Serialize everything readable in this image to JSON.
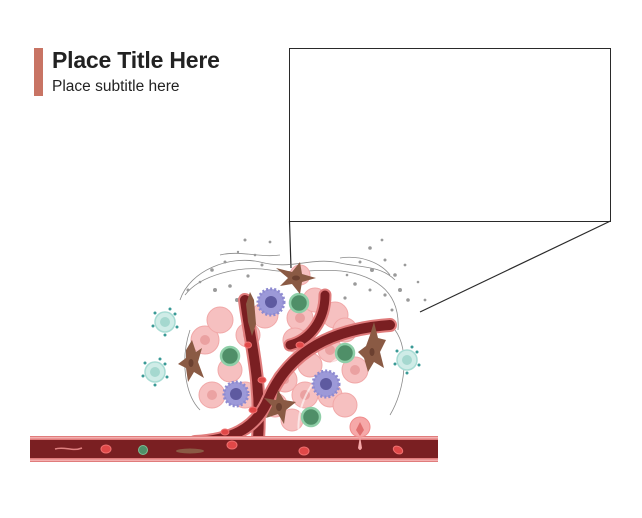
{
  "header": {
    "title": "Place Title Here",
    "subtitle": "Place subtitle here",
    "accent_color": "#c87464"
  },
  "callout_box": {
    "content": "",
    "border_color": "#2a2a2a"
  },
  "illustration": {
    "subject": "tumor-microenvironment-with-blood-vessel",
    "elements": [
      "blood-vessel-main",
      "blood-vessel-branches",
      "tumor-cells",
      "t-cells",
      "dendritic-cells",
      "fibroblasts",
      "macrophage-monocytes",
      "red-blood-cells",
      "extracellular-matrix-fibers",
      "cytokine-particles"
    ],
    "colors": {
      "vessel_dark": "#7a1f22",
      "vessel_light": "#e07c7c",
      "tumor_cell": "#f4b6b6",
      "t_cell": "#4f8f68",
      "dendritic_cell": "#7c79c4",
      "fibroblast": "#8a5a44",
      "monocyte": "#b9e2dc",
      "rbc": "#e04848",
      "particle": "#9a9a9a"
    }
  }
}
